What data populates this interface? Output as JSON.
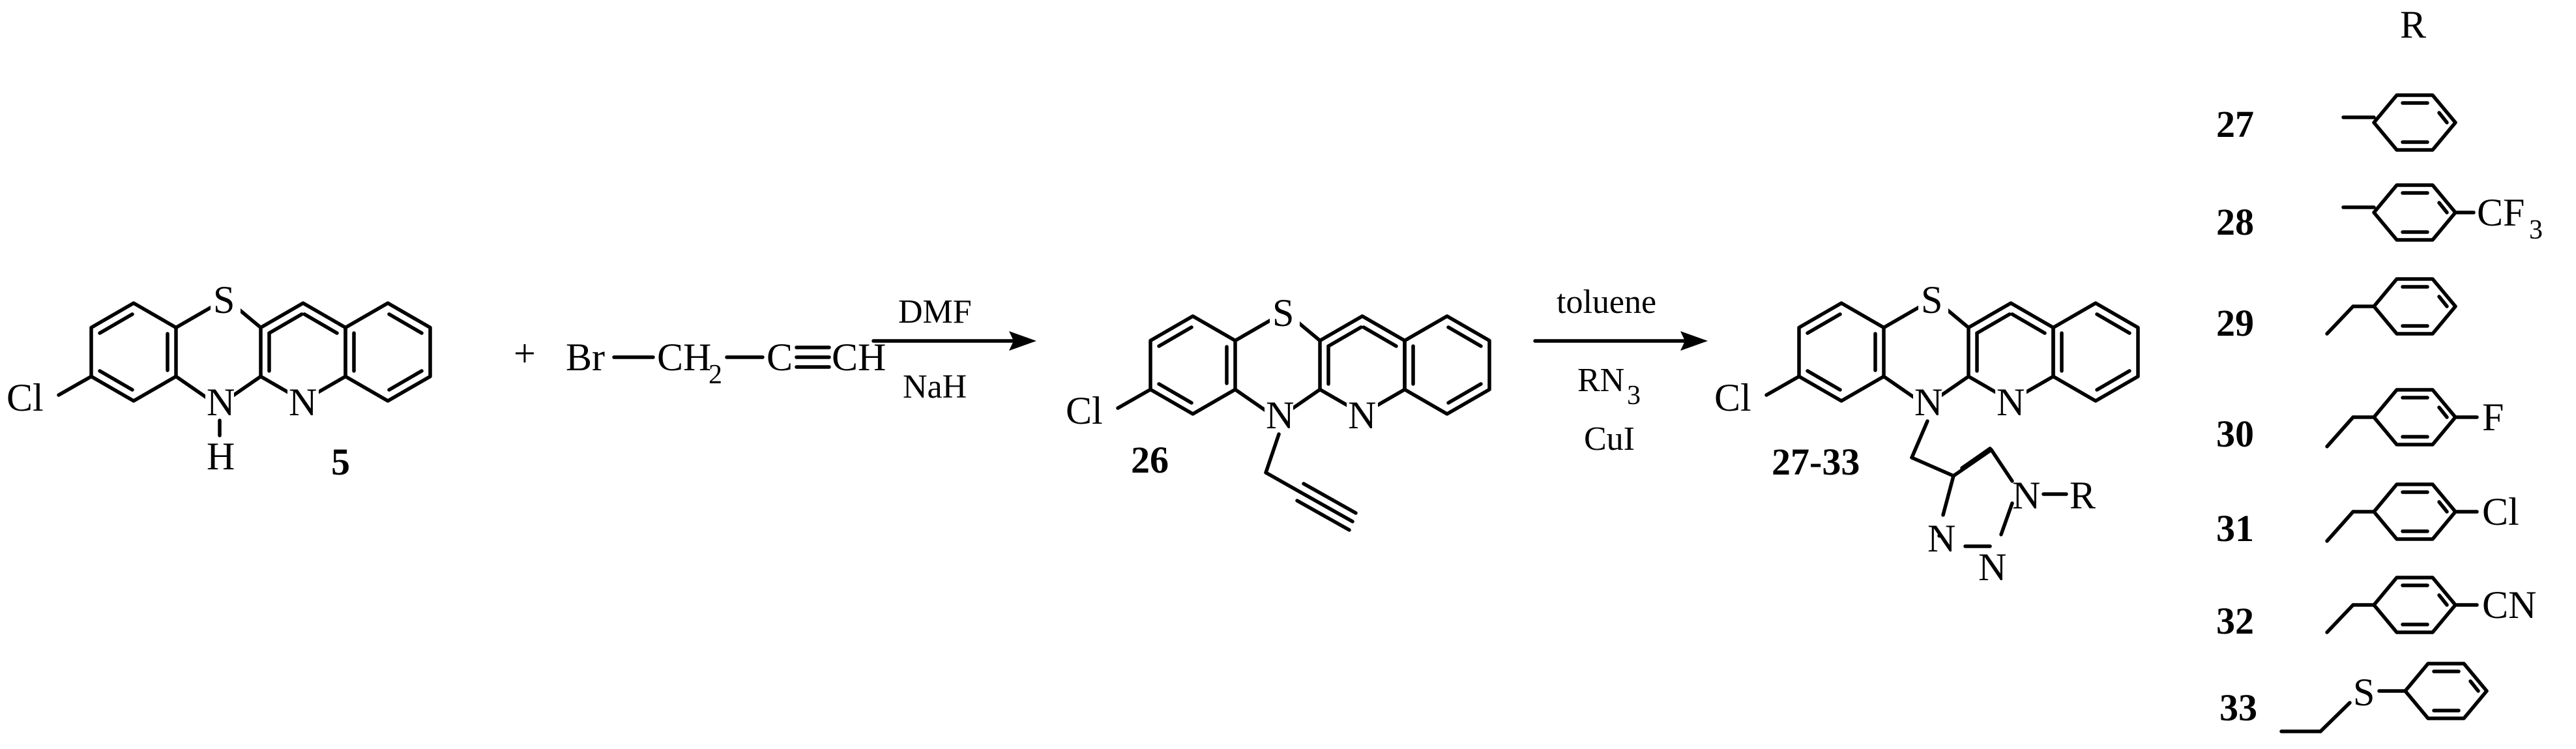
{
  "compounds": {
    "start": "5",
    "propargyl": "26",
    "triazole": "27-33"
  },
  "reagent": {
    "plus": "+",
    "br": "Br",
    "ch": "CH",
    "ch_sub": "2",
    "ch_end": "CH"
  },
  "step1": {
    "above": "DMF",
    "below": "NaH"
  },
  "step2": {
    "above": "toluene",
    "below_1": "RN",
    "below_1_sub": "3",
    "below_2": "CuI"
  },
  "atoms": {
    "S": "S",
    "N": "N",
    "NH_H": "H",
    "Cl": "Cl",
    "R": "R"
  },
  "r_table": {
    "header": "R",
    "rows": [
      {
        "id": "27",
        "substituent": ""
      },
      {
        "id": "28",
        "substituent": "CF",
        "sub": "3"
      },
      {
        "id": "29",
        "substituent": ""
      },
      {
        "id": "30",
        "substituent": "F"
      },
      {
        "id": "31",
        "substituent": "Cl"
      },
      {
        "id": "32",
        "substituent": "CN"
      },
      {
        "id": "33",
        "substituent": "",
        "linker": "S"
      }
    ]
  }
}
